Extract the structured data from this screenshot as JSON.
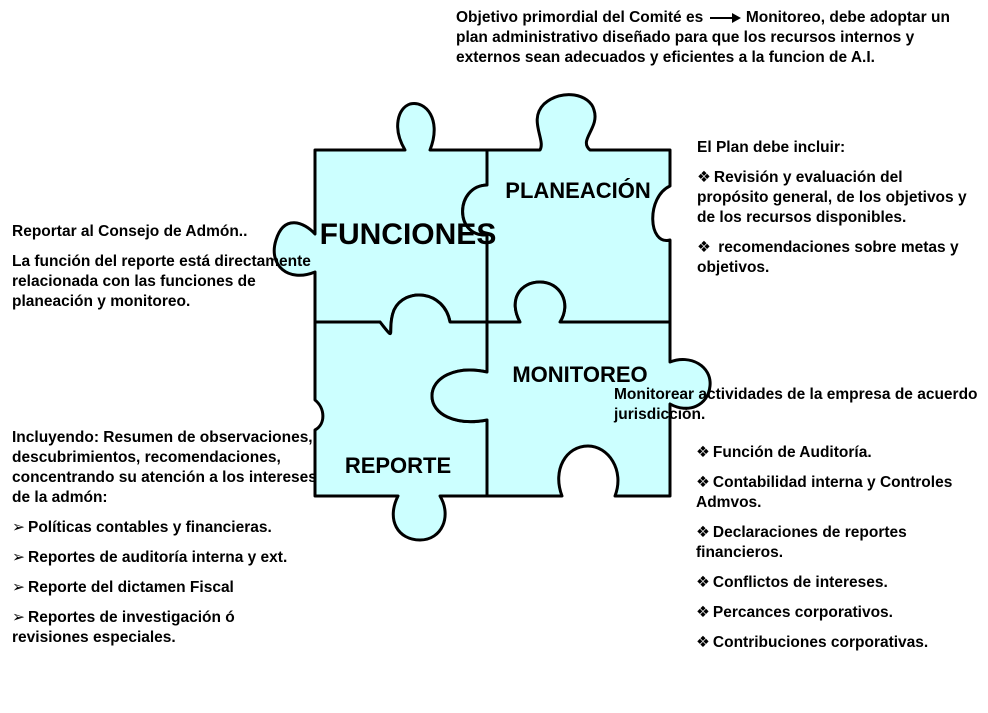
{
  "pieces": {
    "funciones": "FUNCIONES",
    "planeacion": "PLANEACIÓN",
    "monitoreo": "MONITOREO",
    "reporte": "REPORTE"
  },
  "colors": {
    "piece_fill": "#ccffff",
    "outline": "#000000"
  },
  "top_note": {
    "before_arrow": "Objetivo primordial del Comité es",
    "after_arrow": "Monitoreo, debe adoptar un plan administrativo diseñado para que los recursos internos y externos sean adecuados y eficientes a la funcion de A.I."
  },
  "plan": {
    "heading": "El Plan debe incluir:",
    "bullet_icon": "❖",
    "items": [
      "Revisión y evaluación del propósito general, de los objetivos y de los recursos disponibles.",
      "recomendaciones sobre metas y objetivos."
    ]
  },
  "reportar": {
    "line1": "Reportar al Consejo de Admón..",
    "line2": "La función del reporte está directamente relacionada con las funciones de planeación y monitoreo."
  },
  "monitorear": {
    "heading": "Monitorear actividades de la empresa de acuerdo jurisdicción.",
    "bullet_icon": "❖",
    "items": [
      "Función de Auditoría.",
      "Contabilidad interna y Controles Admvos.",
      "Declaraciones de reportes financieros.",
      "Conflictos de intereses.",
      "Percances corporativos.",
      "Contribuciones corporativas"
    ]
  },
  "incluyendo": {
    "heading": "Incluyendo: Resumen de observaciones, descubrimientos, recomendaciones, concentrando su atención a los intereses de la admón:",
    "bullet_icon": "➢",
    "items": [
      "Políticas contables y financieras.",
      "Reportes de auditoría interna y ext.",
      "Reporte del dictamen Fiscal",
      "Reportes de investigación ó revisiones especiales."
    ]
  }
}
